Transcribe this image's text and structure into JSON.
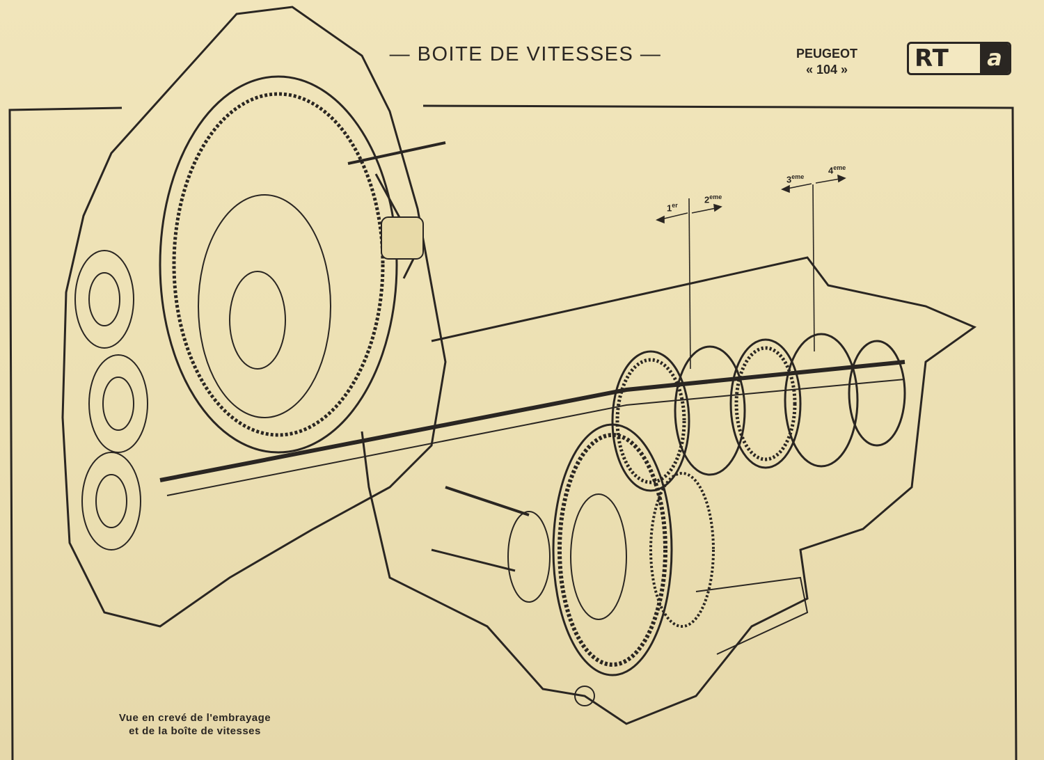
{
  "header": {
    "title": "— BOITE DE VITESSES —",
    "make": "PEUGEOT",
    "model": "« 104 »",
    "logo_rt": "RT",
    "logo_a": "a"
  },
  "diagram": {
    "caption_line1": "Vue en crevé de l'embrayage",
    "caption_line2": "et de la boîte de vitesses",
    "gear_1": "1",
    "gear_1_sup": "er",
    "gear_2": "2",
    "gear_2_sup": "eme",
    "gear_3": "3",
    "gear_3_sup": "eme",
    "gear_4": "4",
    "gear_4_sup": "eme"
  },
  "colors": {
    "paper": "#efe2b4",
    "ink": "#2a2622"
  }
}
